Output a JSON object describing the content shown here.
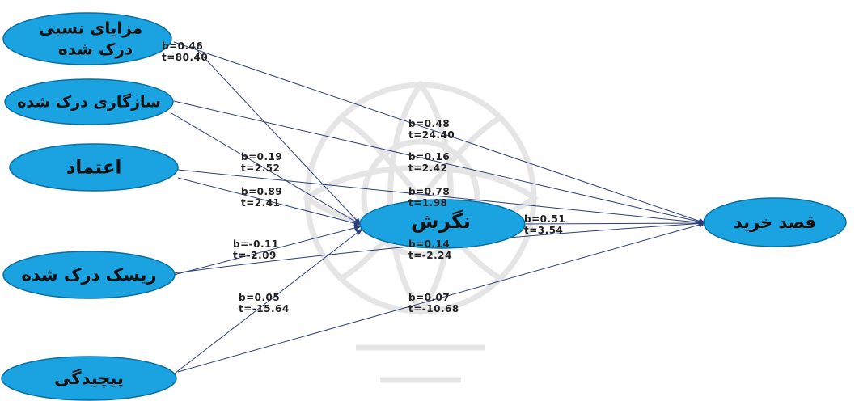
{
  "nodes": {
    "relative_advantage": {
      "label_line1": "مزایای نسبی",
      "label_line2": "درک شده"
    },
    "compatibility": {
      "label": "سازگاری درک شده"
    },
    "trust": {
      "label": "اعتماد"
    },
    "perceived_risk": {
      "label": "ریسک درک شده"
    },
    "complexity": {
      "label": "پیچیدگی"
    },
    "attitude": {
      "label": "نگرش"
    },
    "purchase_intention": {
      "label": "قصد خرید"
    }
  },
  "paths": {
    "relative_advantage_attitude": {
      "b": "b=0.46",
      "t": "t=80.40"
    },
    "relative_advantage_intention": {
      "b": "b=0.48",
      "t": "t=24.40"
    },
    "compatibility_attitude": {
      "b": "b=0.19",
      "t": "t=2.52"
    },
    "compatibility_intention": {
      "b": "b=0.16",
      "t": "t=2.42"
    },
    "trust_attitude": {
      "b": "b=0.89",
      "t": "t=2.41"
    },
    "trust_intention": {
      "b": "b=0.78",
      "t": "t=1.98"
    },
    "attitude_intention": {
      "b": "b=0.51",
      "t": "t=3.54"
    },
    "risk_attitude": {
      "b": "b=-0.11",
      "t": "t=-2.09"
    },
    "risk_intention": {
      "b": "b=0.14",
      "t": "t=-2.24"
    },
    "complexity_attitude": {
      "b": "b=0.05",
      "t": "t=-15.64"
    },
    "complexity_intention": {
      "b": "b=0.07",
      "t": "t=-10.68"
    }
  },
  "colors": {
    "node_fill": "#1aa3e0",
    "edge": "#2b3f7a",
    "watermark": "#e3e3e3"
  }
}
